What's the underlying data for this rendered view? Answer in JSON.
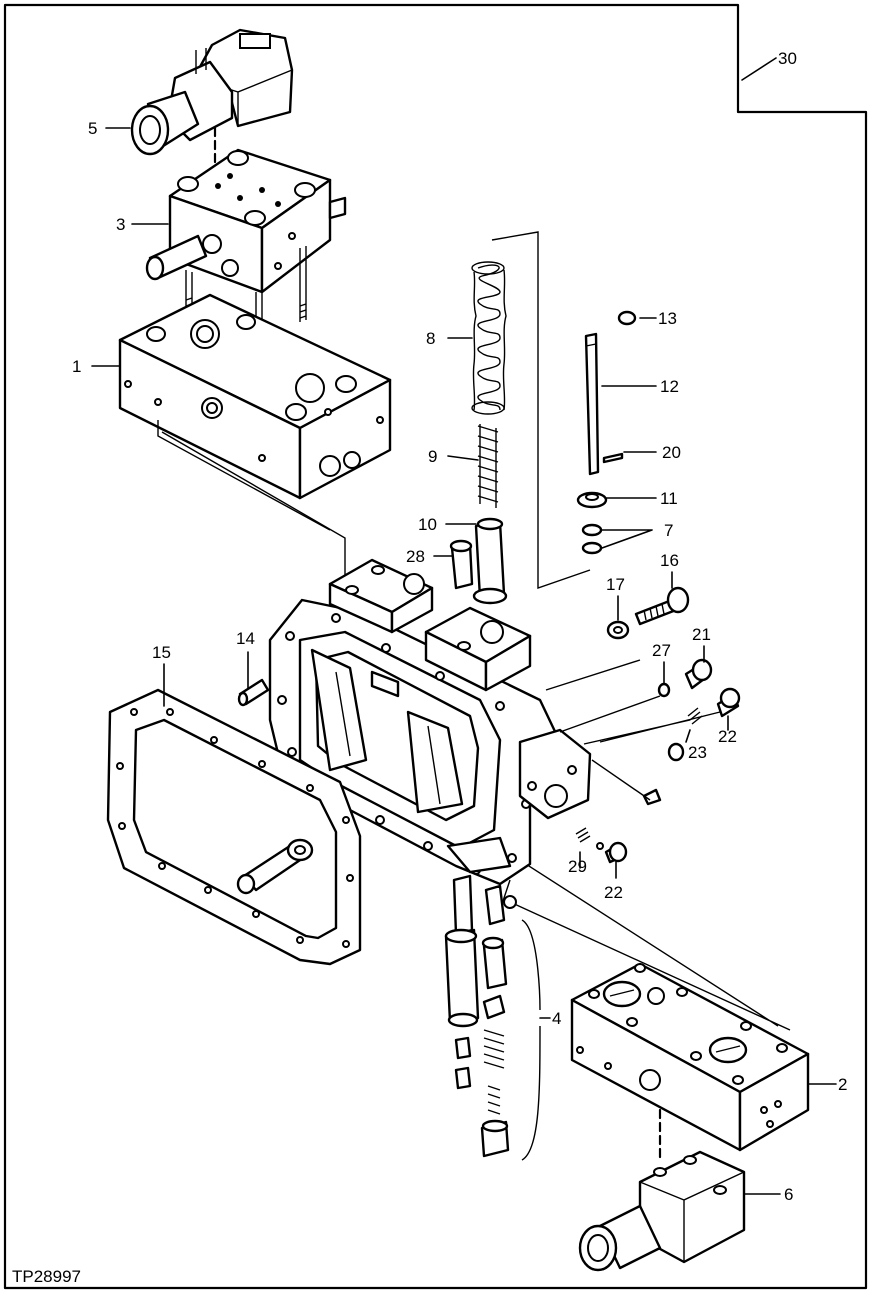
{
  "figure_code": "TP28997",
  "callouts": {
    "c1": "1",
    "c2": "2",
    "c3": "3",
    "c4": "4",
    "c5": "5",
    "c6": "6",
    "c7": "7",
    "c8": "8",
    "c9": "9",
    "c10": "10",
    "c11": "11",
    "c12": "12",
    "c13": "13",
    "c14": "14",
    "c15": "15",
    "c16": "16",
    "c17": "17",
    "c20": "20",
    "c21": "21",
    "c22a": "22",
    "c22b": "22",
    "c23": "23",
    "c27": "27",
    "c28": "28",
    "c29": "29",
    "c30": "30"
  }
}
